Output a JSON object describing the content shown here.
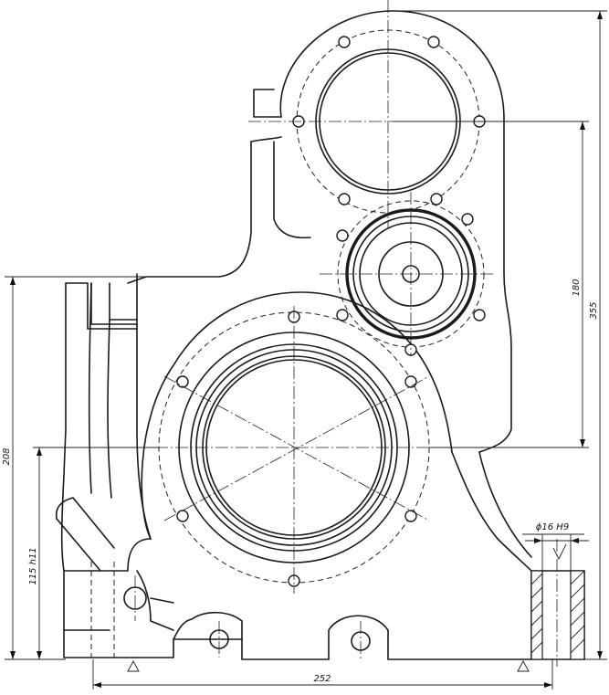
{
  "dimensions": {
    "width_252": "252",
    "height_355": "355",
    "height_180": "180",
    "height_208": "208",
    "fit_115": "115 h11",
    "bore_16": "ϕ16 H9"
  }
}
